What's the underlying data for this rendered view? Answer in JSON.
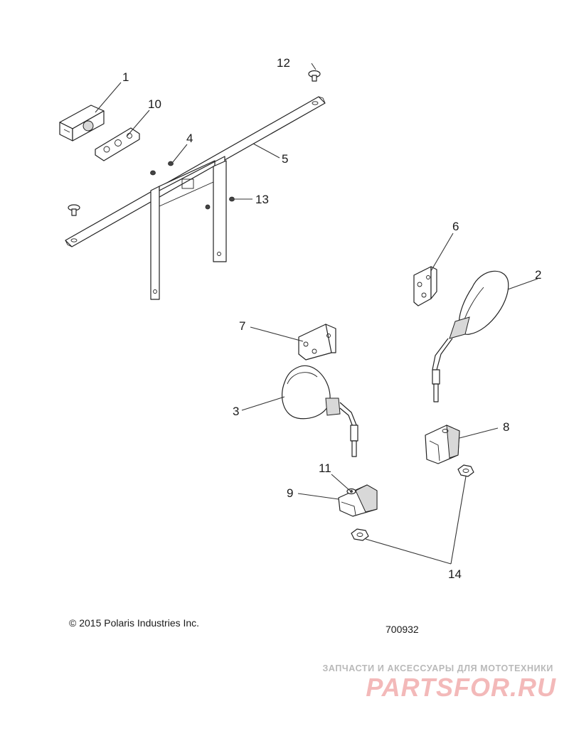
{
  "callouts": {
    "c1": "1",
    "c2": "2",
    "c3": "3",
    "c4": "4",
    "c5": "5",
    "c6": "6",
    "c7": "7",
    "c8": "8",
    "c9": "9",
    "c10": "10",
    "c11": "11",
    "c12": "12",
    "c13": "13",
    "c14": "14"
  },
  "footer": {
    "copyright": "© 2015 Polaris Industries Inc.",
    "drawing_number": "700932"
  },
  "watermark": {
    "tagline": "ЗАПЧАСТИ И АКСЕССУАРЫ ДЛЯ МОТОТЕХНИКИ",
    "logo": "PARTSFOR.RU"
  }
}
